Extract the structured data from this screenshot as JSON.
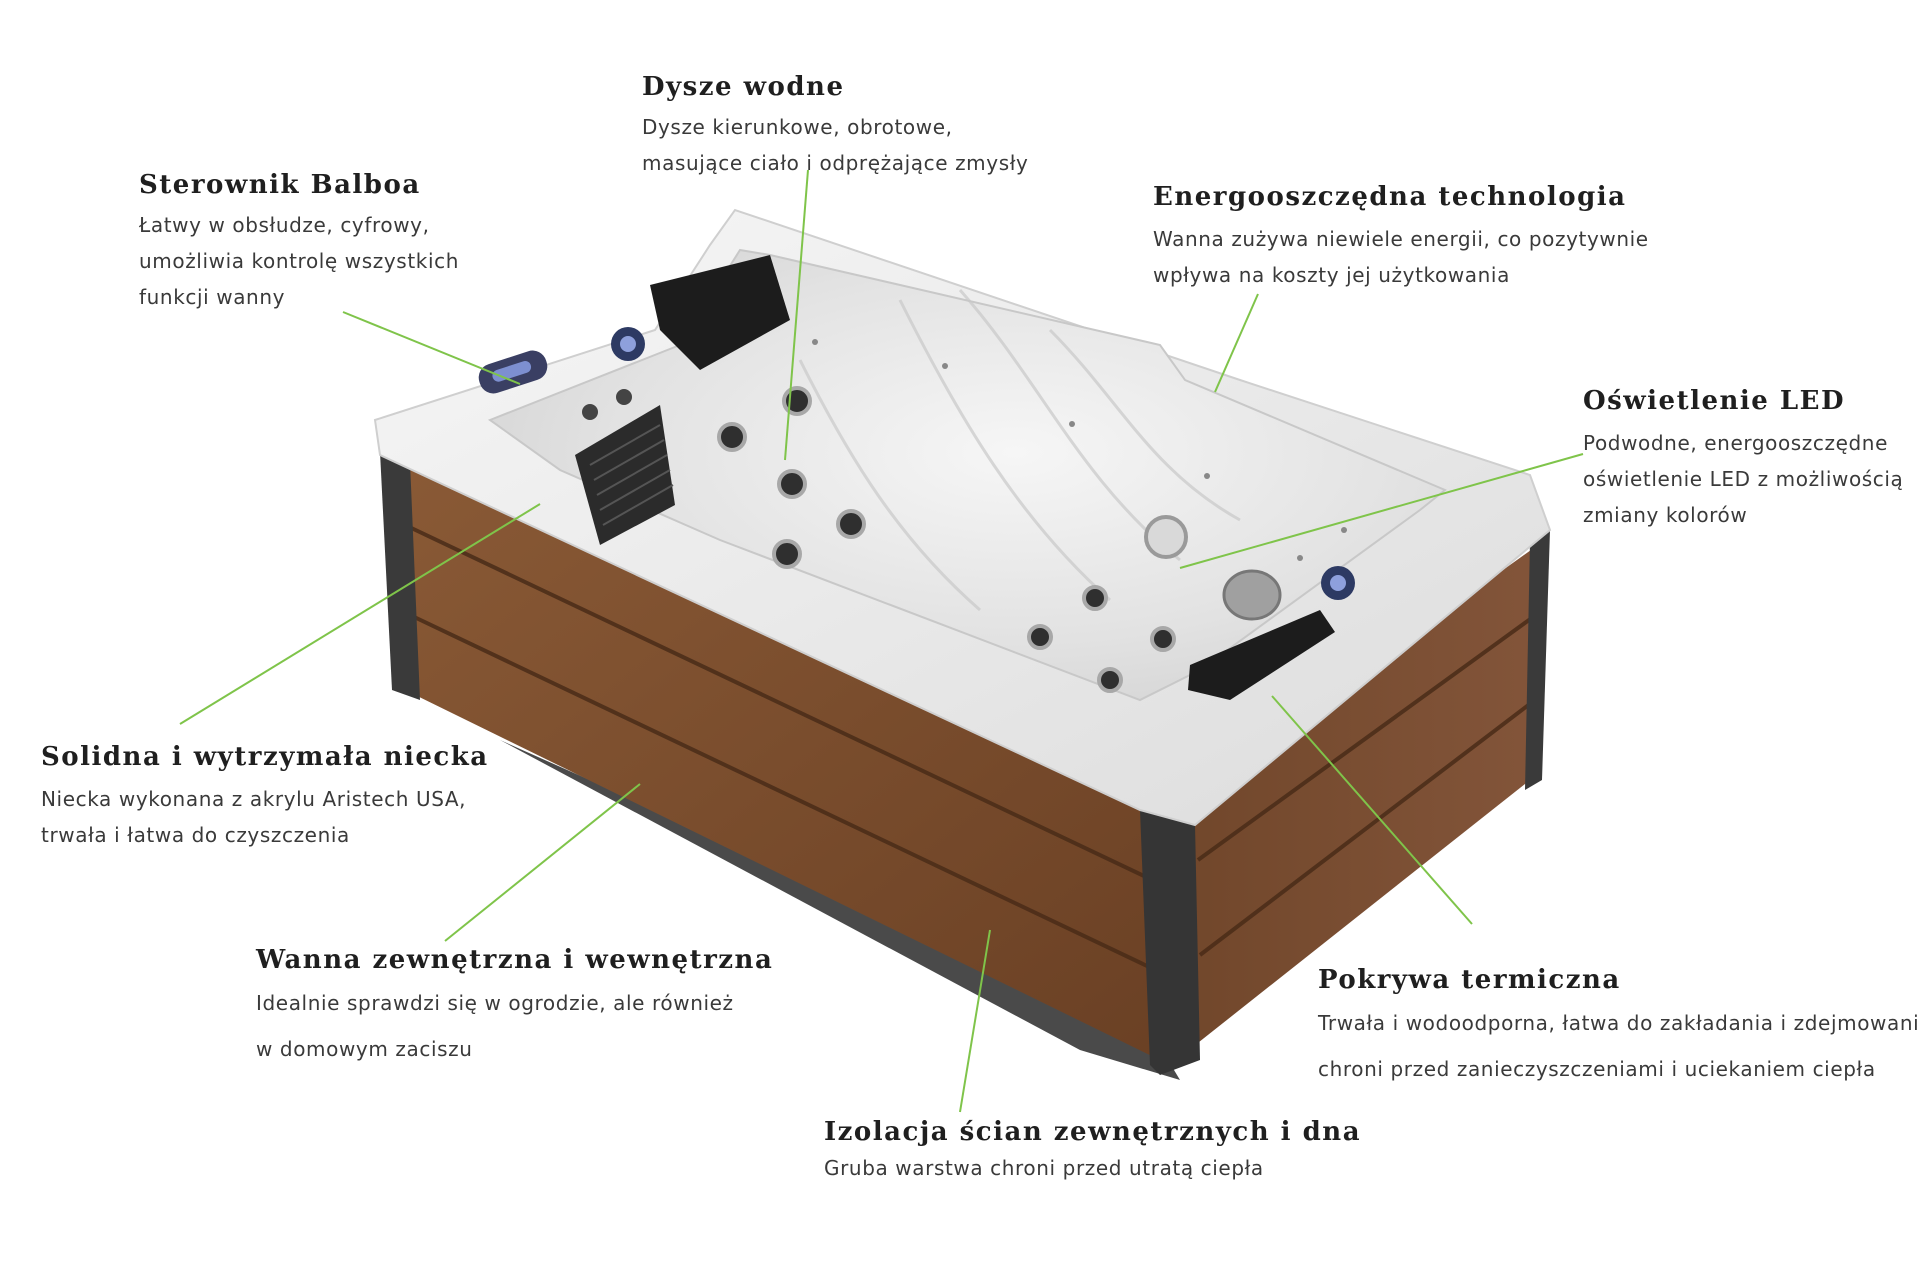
{
  "features": [
    {
      "id": "dysze",
      "title": "Dysze wodne",
      "lines": [
        "Dysze kierunkowe, obrotowe,",
        "masujące ciało i odprężające zmysły"
      ]
    },
    {
      "id": "sterownik",
      "title": "Sterownik Balboa",
      "lines": [
        "Łatwy w obsłudze, cyfrowy,",
        "umożliwia kontrolę wszystkich",
        "funkcji wanny"
      ]
    },
    {
      "id": "energo",
      "title": "Energooszczędna technologia",
      "lines": [
        "Wanna zużywa niewiele energii, co pozytywnie",
        "wpływa na koszty jej użytkowania"
      ]
    },
    {
      "id": "led",
      "title": "Oświetlenie LED",
      "lines": [
        "Podwodne, energooszczędne",
        "oświetlenie LED z możliwością",
        "zmiany kolorów"
      ]
    },
    {
      "id": "niecka",
      "title": "Solidna i wytrzymała niecka",
      "lines": [
        "Niecka wykonana z akrylu Aristech USA,",
        "trwała i łatwa do czyszczenia"
      ]
    },
    {
      "id": "wanna",
      "title": "Wanna zewnętrzna i wewnętrzna",
      "lines": [
        "Idealnie sprawdzi się w ogrodzie, ale również",
        "w domowym zaciszu"
      ]
    },
    {
      "id": "pokrywa",
      "title": "Pokrywa termiczna",
      "lines": [
        "Trwała i wodoodporna, łatwa do zakładania i zdejmowania,",
        "chroni przed zanieczyszczeniami i uciekaniem ciepła"
      ]
    },
    {
      "id": "izolacja",
      "title": "Izolacja ścian zewnętrznych i dna",
      "lines": [
        "Gruba warstwa chroni przed utratą ciepła"
      ]
    }
  ],
  "colors": {
    "leader": "#7fc44a",
    "wood": "#7a4a2a",
    "frame": "#3a3a3a",
    "acrylic": "#ececec",
    "pillow": "#1c1c1c"
  }
}
